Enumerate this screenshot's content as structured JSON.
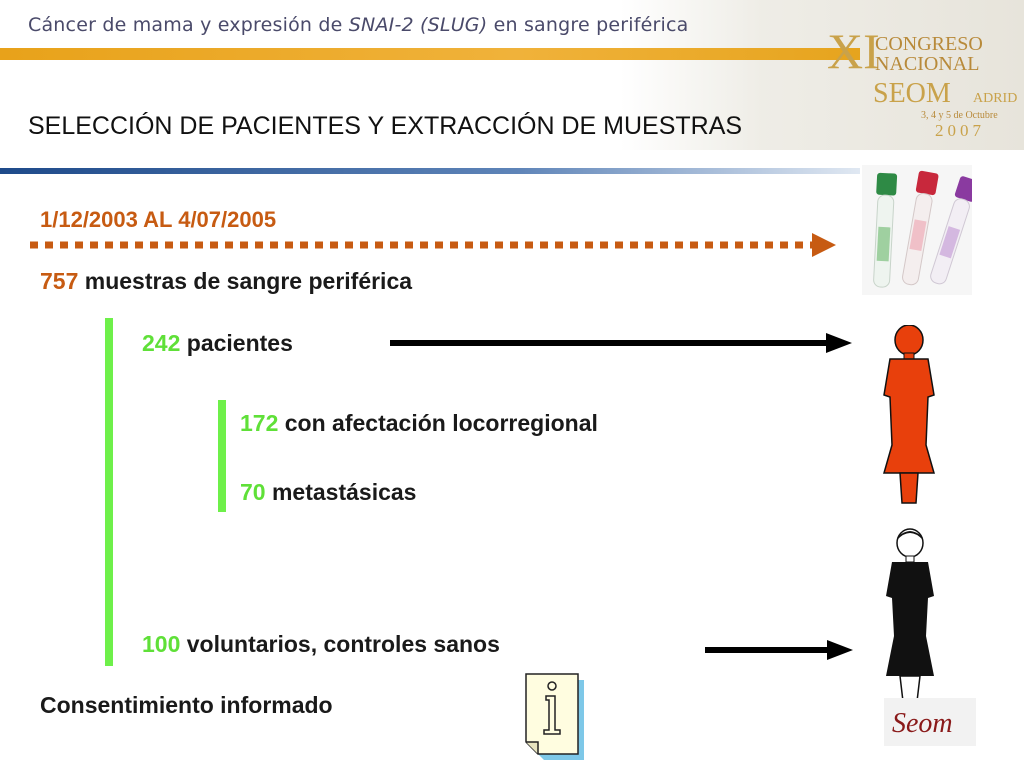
{
  "header": {
    "title_pre": "Cáncer de mama y expresión de ",
    "title_italic": "SNAI-2 (SLUG)",
    "title_post": " en sangre periférica"
  },
  "logo": {
    "roman": "XI",
    "line1": "CONGRESO",
    "line2": "NACIONAL",
    "brand": "SEOM",
    "city": "ADRID",
    "dates": "3, 4 y 5 de Octubre",
    "year": "2007"
  },
  "section_title": "SELECCIÓN DE PACIENTES Y EXTRACCIÓN DE MUESTRAS",
  "date_range": "1/12/2003 AL 4/07/2005",
  "samples": {
    "number": "757",
    "text": " muestras de sangre periférica"
  },
  "patients": {
    "number": "242",
    "text": " pacientes"
  },
  "locoregional": {
    "number": "172",
    "text": " con afectación locorregional"
  },
  "metastatic": {
    "number": "70",
    "text": " metastásicas"
  },
  "controls": {
    "number": "100",
    "text": " voluntarios, controles sanos"
  },
  "consent": "Consentimiento informado",
  "small_logo": "Seom",
  "colors": {
    "orange": "#c75b12",
    "green": "#5fe038",
    "gold": "#e8a21a",
    "blue": "#1e4a8a",
    "patient_red": "#e8400c"
  }
}
